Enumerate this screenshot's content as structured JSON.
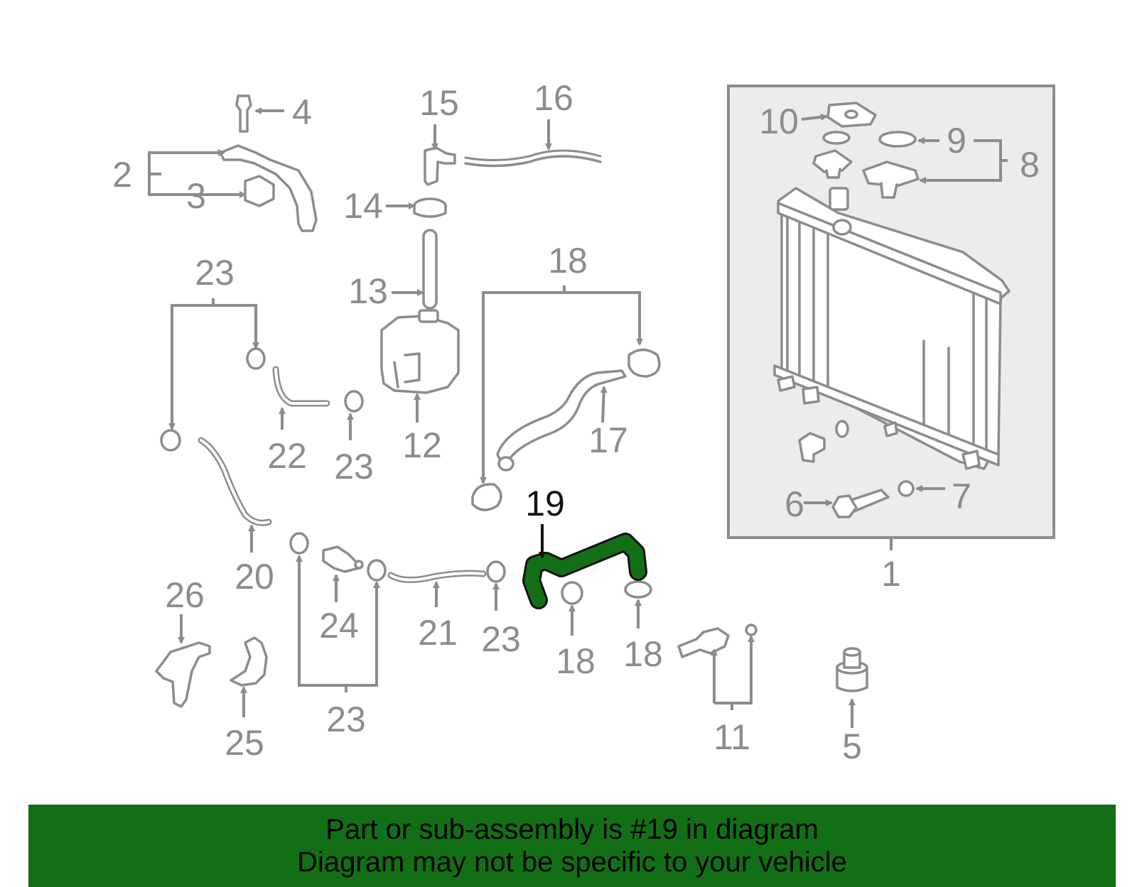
{
  "callouts": {
    "c1": "1",
    "c2": "2",
    "c3": "3",
    "c4": "4",
    "c5": "5",
    "c6": "6",
    "c7": "7",
    "c8": "8",
    "c9": "9",
    "c10": "10",
    "c11": "11",
    "c12": "12",
    "c13": "13",
    "c14": "14",
    "c15": "15",
    "c16": "16",
    "c17": "17",
    "c18a": "18",
    "c18b": "18",
    "c18c": "18",
    "c19": "19",
    "c20": "20",
    "c21": "21",
    "c22": "22",
    "c23a": "23",
    "c23b": "23",
    "c23c": "23",
    "c23d": "23",
    "c24": "24",
    "c25": "25",
    "c26": "26"
  },
  "banner": {
    "line1": "Part or sub-assembly is #19 in diagram",
    "line2": "Diagram may not be specific to your vehicle"
  },
  "colors": {
    "highlight_part": "#136f15",
    "banner_background": "#136f15",
    "part_outline": "#8c8c8c"
  }
}
